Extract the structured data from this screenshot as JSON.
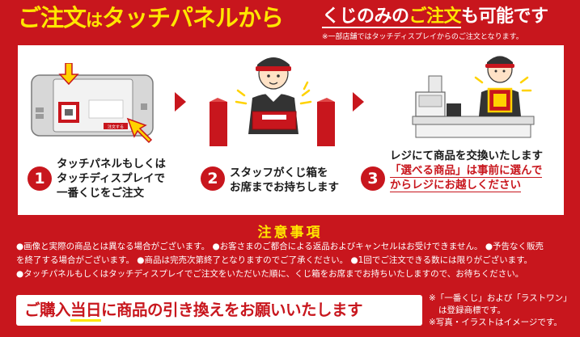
{
  "header": {
    "title_main_1": "ご注文",
    "title_small": "は",
    "title_main_2": "タッチパネルから",
    "subtitle_underlined": "くじのみの",
    "subtitle_highlight": "ご注文",
    "subtitle_rest": "も可能です",
    "note": "※一部店舗ではタッチディスプレイからのご注文となります。"
  },
  "illustrations": {
    "panel_button_label": "注文する",
    "icon_steps": [
      "touch-panel-icon",
      "staff-delivering-box-icon",
      "register-exchange-icon"
    ]
  },
  "steps": [
    {
      "number": "1",
      "lines": [
        "タッチパネルもしくは",
        "タッチディスプレイで",
        "一番くじをご注文"
      ]
    },
    {
      "number": "2",
      "lines": [
        "スタッフがくじ箱を",
        "お席までお持ちします"
      ]
    },
    {
      "number": "3",
      "line1": "レジにて商品を交換いたします",
      "line2": "「選べる商品」は事前に選んで",
      "line3": "からレジにお越しください"
    }
  ],
  "notice": {
    "title": "注意事項",
    "line1": "●画像と実際の商品とは異なる場合がございます。 ●お客さまのご都合による返品およびキャンセルはお受けできません。 ●予告なく販売",
    "line2": "を終了する場合がございます。 ●商品は完売次第終了となりますのでご了承ください。 ●1回でご注文できる数には限りがございます。",
    "line3": "●タッチパネルもしくはタッチディスプレイでご注文をいただいた順に、くじ箱をお席までお持ちいたしますので、お待ちください。"
  },
  "banner": {
    "part1": "ご購入",
    "part2_underlined": "当日",
    "part3": "に商品の引き換えをお願いいたします"
  },
  "trademark_note": {
    "line1": "※「一番くじ」および「ラストワン」",
    "line2": "は登録商標です。",
    "line3": "※写真・イラストはイメージです。"
  },
  "colors": {
    "brand_red": "#c8161d",
    "accent_yellow": "#ffe600"
  }
}
